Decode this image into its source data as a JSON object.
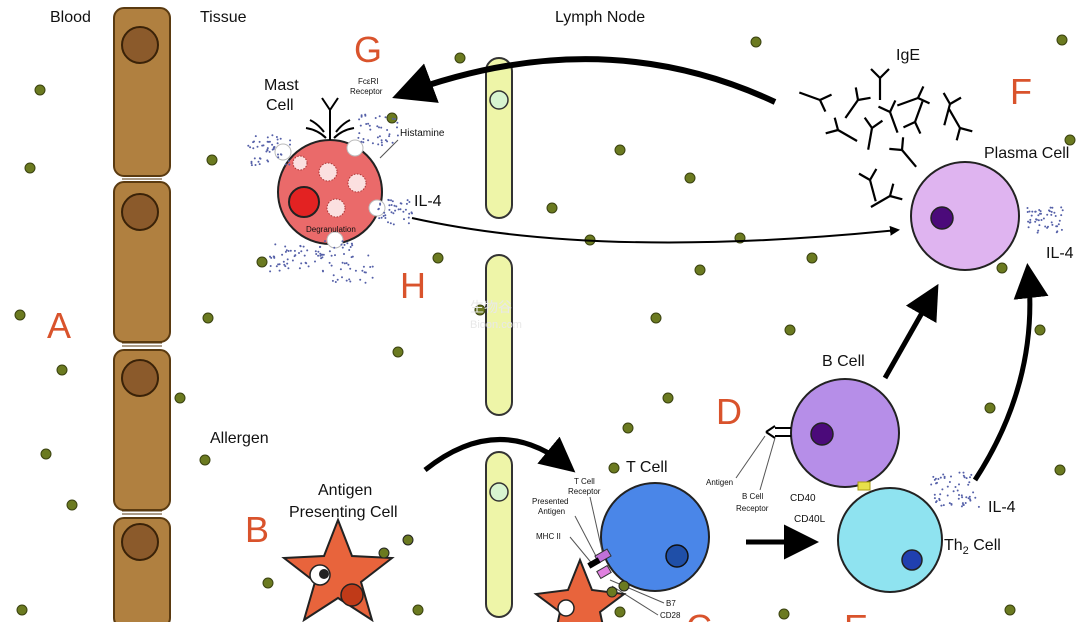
{
  "regions": {
    "blood": "Blood",
    "tissue": "Tissue",
    "lymph_node": "Lymph Node"
  },
  "cells": {
    "mast_cell": "Mast\nCell",
    "plasma_cell": "Plasma Cell",
    "b_cell": "B Cell",
    "t_cell": "T Cell",
    "th2_cell": "Th",
    "th2_sub": "2",
    "th2_suffix": " Cell",
    "apc": "Antigen\nPresenting Cell"
  },
  "labels": {
    "fceri": "FcεRI\nReceptor",
    "histamine": "Histamine",
    "il4_mast": "IL-4",
    "il4_plasma": "IL-4",
    "il4_th2": "IL-4",
    "degranulation": "Degranulation",
    "ige": "IgE",
    "allergen": "Allergen",
    "antigen": "Antigen",
    "b_cell_receptor": "B Cell\nReceptor",
    "cd40": "CD40",
    "cd40l": "CD40L",
    "t_cell_receptor": "T Cell\nReceptor",
    "presented_antigen": "Presented\nAntigen",
    "mhc_ii": "MHC II",
    "b7": "B7",
    "cd28": "CD28"
  },
  "letters": {
    "A": "A",
    "B": "B",
    "C": "C",
    "D": "D",
    "E": "E",
    "F": "F",
    "G": "G",
    "H": "H"
  },
  "watermark": "生物谷\nBioon.com",
  "colors": {
    "vessel": "#b08040",
    "nucleus_vessel": "#8b5a2b",
    "lymph_vessel": "#eef5a8",
    "lymph_dot": "#d8f5d0",
    "mast": "#ea6a6a",
    "mast_nucleus": "#e32222",
    "plasma": "#dfb4f0",
    "plasma_nucleus": "#4b0a7a",
    "b_cell": "#b68ee8",
    "b_nucleus": "#4b0a7a",
    "t_cell": "#4a86e8",
    "t_nucleus": "#1f4fa8",
    "th2": "#8fe3f0",
    "th2_nucleus": "#2040b0",
    "apc": "#e8643c",
    "allergen_dot": "#6b7a20",
    "letter": "#d9532c"
  }
}
